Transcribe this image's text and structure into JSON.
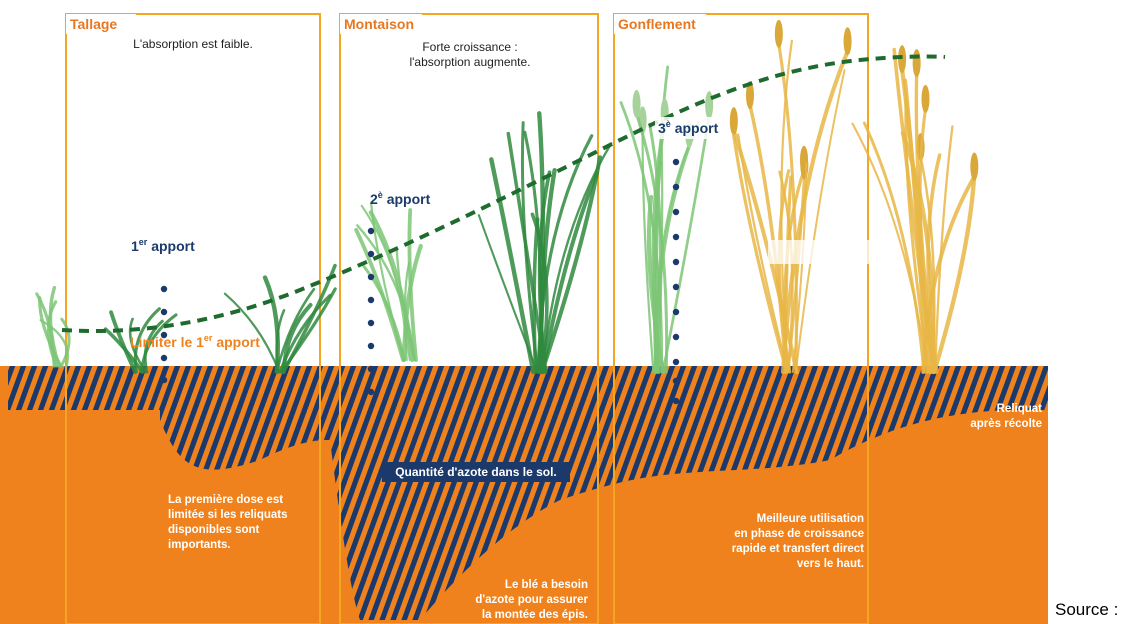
{
  "colors": {
    "soil": "#f0821e",
    "frame": "#f4a623",
    "stage_title": "#e87722",
    "navy": "#1b3a6b",
    "curve": "#1f6b2e",
    "plant_light": "#7cc576",
    "plant_dark": "#2f8a3e",
    "plant_ripe": "#e8b645",
    "white": "#ffffff"
  },
  "stages": [
    {
      "title": "Tallage",
      "description": [
        "L'absorption est faible."
      ]
    },
    {
      "title": "Montaison",
      "description": [
        "Forte croissance :",
        "l'absorption augmente."
      ]
    },
    {
      "title": "Gonflement",
      "description": []
    }
  ],
  "apports": [
    {
      "base": "1",
      "sup": "er",
      "rest": " apport"
    },
    {
      "base": "2",
      "sup": "è",
      "rest": " apport"
    },
    {
      "base": "3",
      "sup": "è",
      "rest": " apport"
    }
  ],
  "limiter": {
    "base": "Limiter le 1",
    "sup": "er",
    "rest": " apport"
  },
  "soil_notes": {
    "stage1": [
      "La première dose est",
      "limitée si les reliquats",
      "disponibles sont",
      "importants."
    ],
    "quantite": "Quantité d'azote dans le sol.",
    "stage2": [
      "Le blé a besoin",
      "d'azote pour assurer",
      "la montée des épis."
    ],
    "stage3": [
      "Meilleure utilisation",
      "en phase de croissance",
      "rapide et transfert direct",
      "vers le haut."
    ],
    "reliquat": [
      "Reliquat",
      "après récolte"
    ]
  },
  "source": "Source :"
}
